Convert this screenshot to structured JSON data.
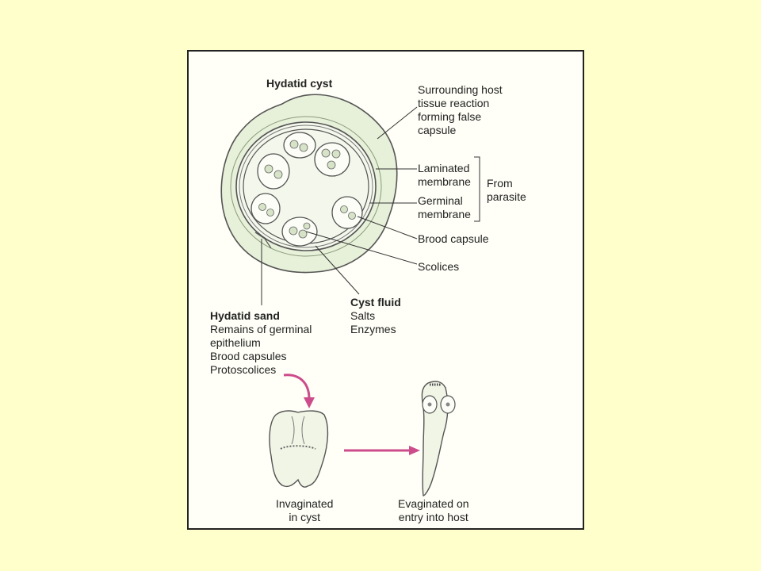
{
  "colors": {
    "background": "#ffffcc",
    "panel": "#fffff7",
    "wall_fill": "#e7f0d9",
    "fluid_fill": "#f4f8ec",
    "outline": "#555555",
    "arrow_magenta": "#cc4c8c"
  },
  "diagram": {
    "title": "Hydatid cyst",
    "labels": {
      "host_capsule": [
        "Surrounding host",
        "tissue reaction",
        "forming false",
        "capsule"
      ],
      "laminated": [
        "Laminated",
        "membrane"
      ],
      "germinal": [
        "Germinal",
        "membrane"
      ],
      "from_parasite": [
        "From",
        "parasite"
      ],
      "brood_capsule": "Brood capsule",
      "scolices": "Scolices",
      "cyst_fluid_title": "Cyst fluid",
      "cyst_fluid_items": [
        "Salts",
        "Enzymes"
      ],
      "hydatid_sand_title": "Hydatid sand",
      "hydatid_sand_items": [
        "Remains of germinal",
        "epithelium",
        "Brood capsules",
        "Protoscolices"
      ],
      "invaginated": [
        "Invaginated",
        "in cyst"
      ],
      "evaginated": [
        "Evaginated on",
        "entry into host"
      ]
    }
  }
}
